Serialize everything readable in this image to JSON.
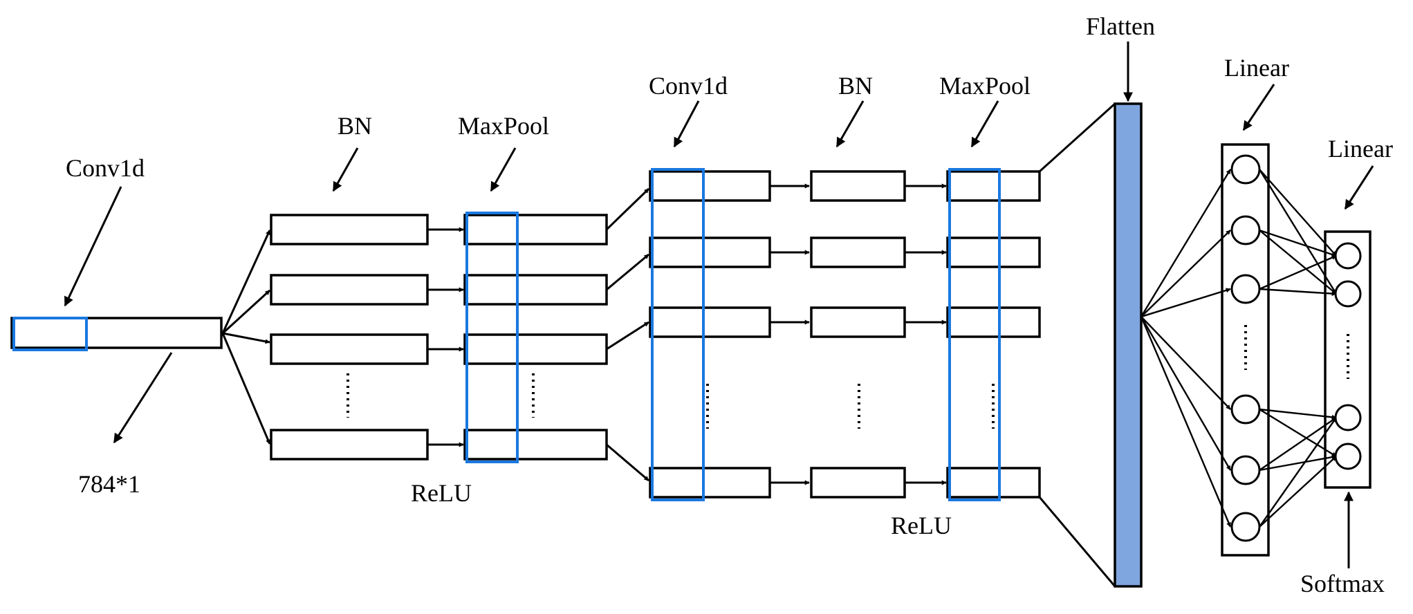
{
  "labels": {
    "input_conv": "Conv1d",
    "input_size": "784*1",
    "bn1": "BN",
    "maxpool1": "MaxPool",
    "relu1": "ReLU",
    "conv2": "Conv1d",
    "bn2": "BN",
    "maxpool2": "MaxPool",
    "relu2": "ReLU",
    "flatten": "Flatten",
    "linear1": "Linear",
    "linear2": "Linear",
    "softmax": "Softmax"
  },
  "colors": {
    "highlight": "#1a78e0",
    "flatten_fill": "#7fa6de",
    "stroke": "#000000"
  }
}
